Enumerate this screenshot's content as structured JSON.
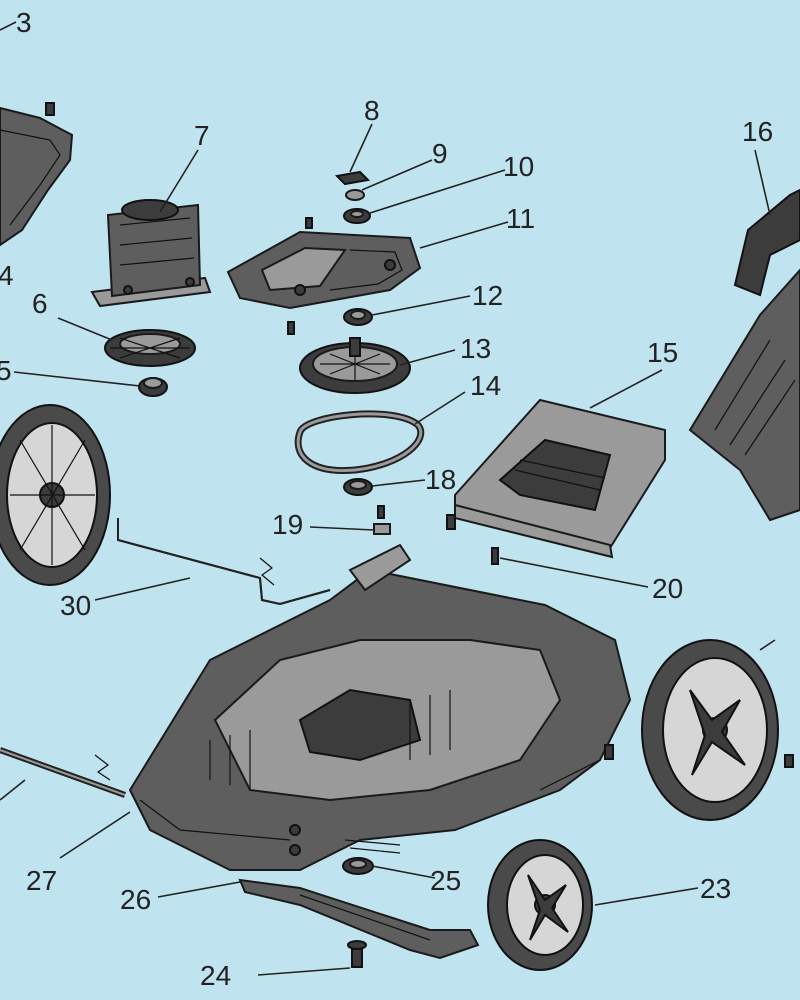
{
  "diagram": {
    "labels": [
      "3",
      "7",
      "8",
      "9",
      "10",
      "11",
      "16",
      "4",
      "6",
      "12",
      "5",
      "13",
      "14",
      "15",
      "18",
      "19",
      "20",
      "30",
      "27",
      "26",
      "25",
      "23",
      "24"
    ]
  },
  "colors": {
    "background": "#bfe3ef",
    "line": "#222222",
    "part_dark": "#3c3c3c",
    "part_mid": "#5e5e5e",
    "part_light": "#9a9a9a"
  }
}
